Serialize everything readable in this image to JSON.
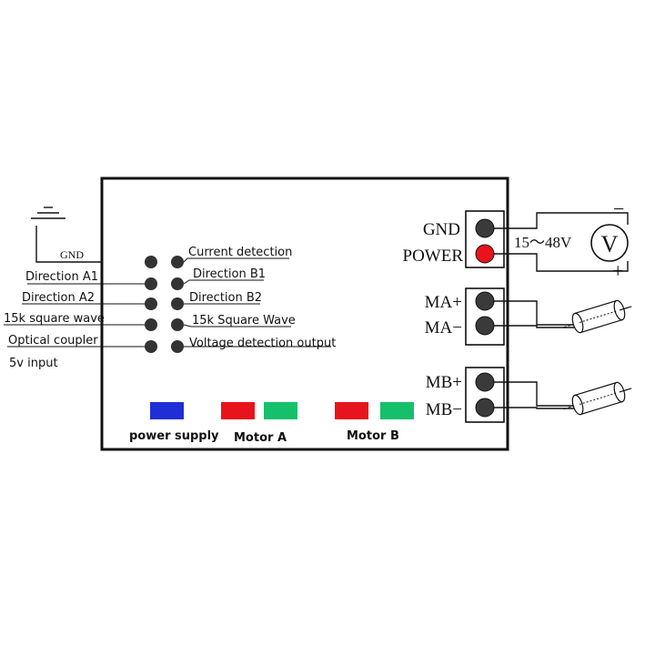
{
  "ground_label": "GND",
  "left_labels": {
    "direction_a1": "Direction A1",
    "direction_a2": "Direction A2",
    "square_wave_15k": "15k square wave",
    "optical_coupler": "Optical coupler",
    "input_5v": "5v input"
  },
  "right_labels": {
    "current_detection": "Current detection",
    "direction_b1": "Direction B1",
    "direction_b2": "Direction B2",
    "square_wave_15k": "15k Square Wave",
    "voltage_detection": "Voltage detection output"
  },
  "terminals": {
    "gnd": "GND",
    "power": "POWER",
    "ma_plus": "MA+",
    "ma_minus": "MA−",
    "mb_plus": "MB+",
    "mb_minus": "MB−"
  },
  "supply": {
    "voltage_range": "15～48V",
    "meter_symbol": "V",
    "minus": "−",
    "plus": "+"
  },
  "bottom_labels": {
    "power_supply": "power supply",
    "motor_a": "Motor A",
    "motor_b": "Motor B"
  },
  "colors": {
    "outline": "#111111",
    "pin": "#333333",
    "power_pin": "#e8141c",
    "led_blue": "#1f2fd6",
    "led_red": "#e8141c",
    "led_green": "#16c06a"
  }
}
